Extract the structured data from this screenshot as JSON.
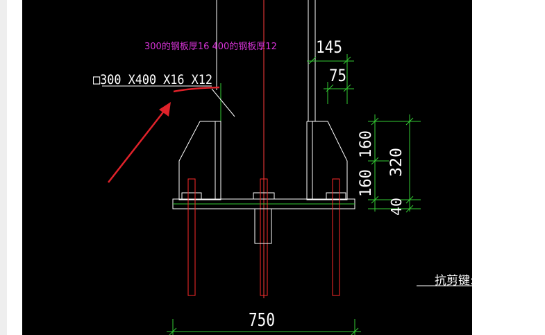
{
  "annotation_note": "300的钢板厚16   400的钢板厚12",
  "section_label": "□300 X400 X16 X12",
  "dims": {
    "d145": "145",
    "d75": "75",
    "d160a": "160",
    "d160b": "160",
    "d320": "320",
    "d40": "40",
    "d750": "750"
  },
  "shear_key_label": "抗剪键:",
  "colors": {
    "background": "#000000",
    "outline": "#ffffff",
    "dimension": "#33cc33",
    "bolt": "#ff2a2a",
    "note_text": "#d633d6",
    "arrow": "#e0222a"
  }
}
